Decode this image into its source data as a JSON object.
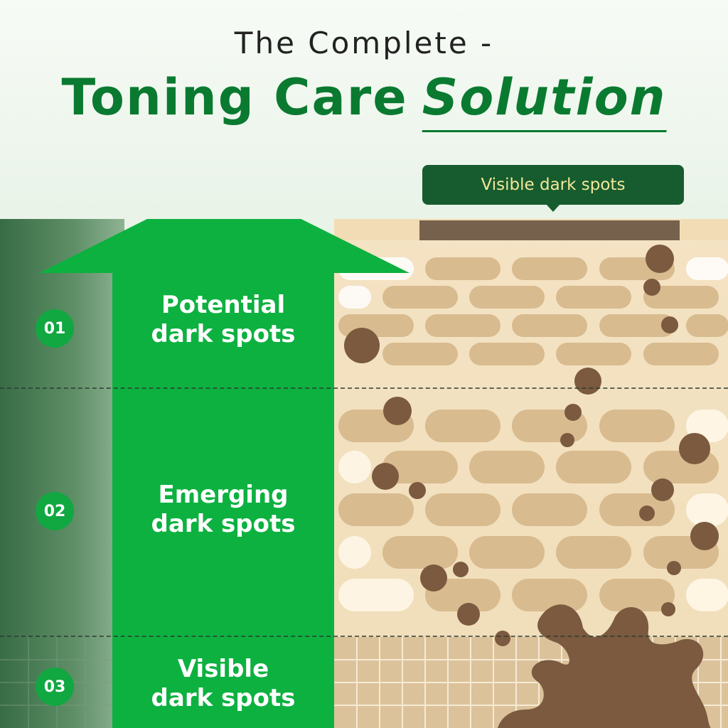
{
  "heading": {
    "line1": "The Complete -",
    "line2_main": "Toning Care",
    "line2_emphasis": "Solution"
  },
  "tooltip": {
    "label": "Visible dark spots"
  },
  "stages": [
    {
      "number": "01",
      "line1": "Potential",
      "line2": "dark spots"
    },
    {
      "number": "02",
      "line1": "Emerging",
      "line2": "dark spots"
    },
    {
      "number": "03",
      "line1": "Visible",
      "line2": "dark spots"
    }
  ],
  "colors": {
    "brand_green": "#0a7a30",
    "arrow_green": "#0db140",
    "spot_brown": "#7b5a3f",
    "skin_cell": "#d8bb8f"
  }
}
